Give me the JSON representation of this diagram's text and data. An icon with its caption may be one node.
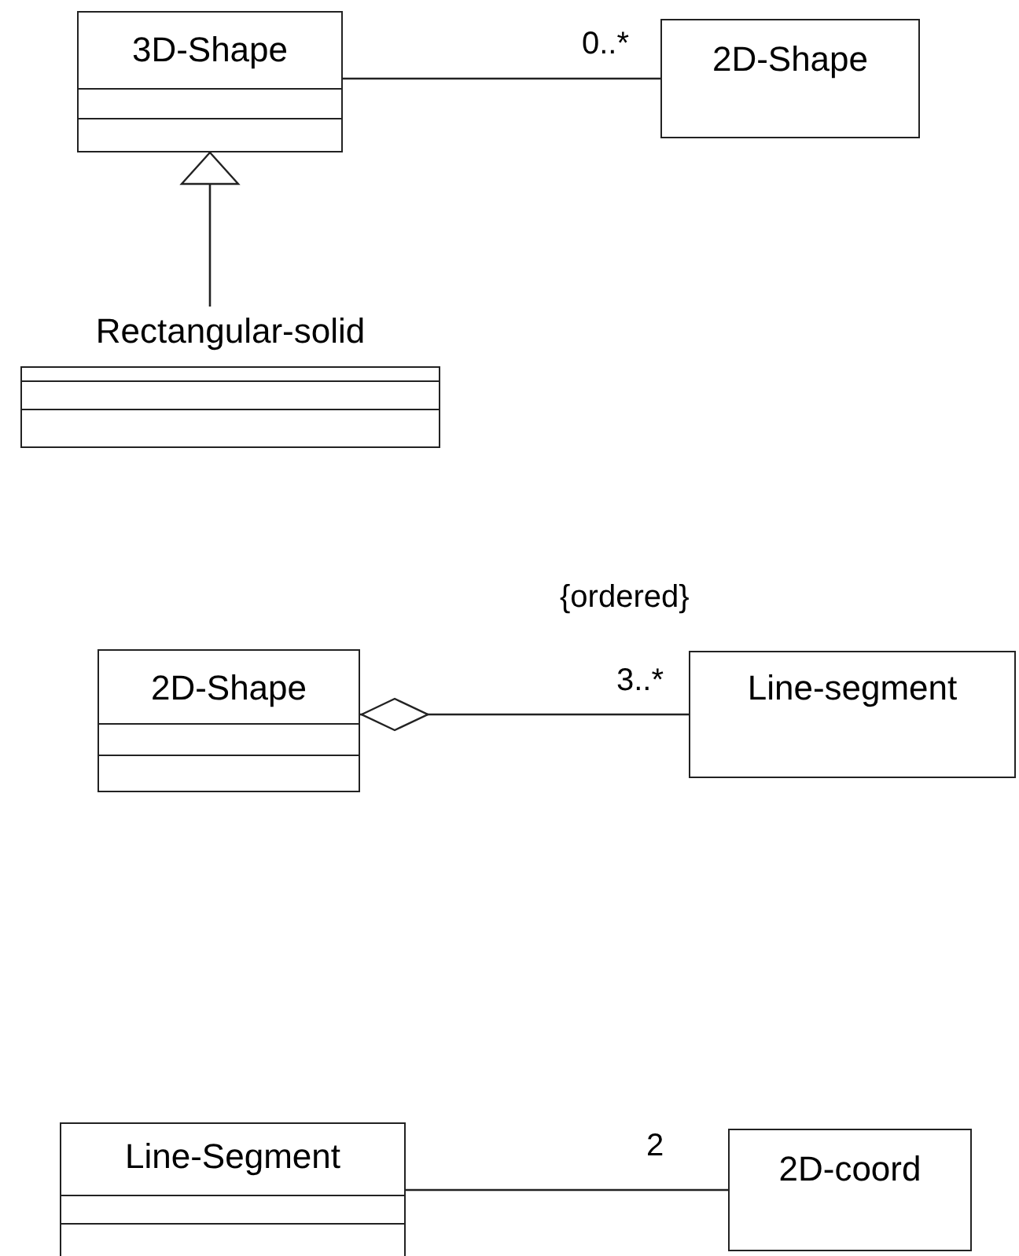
{
  "diagram": {
    "nodes": [
      {
        "text": [
          "3D-Shape"
        ]
      },
      {
        "text": [
          "2D-Shape"
        ]
      },
      {
        "text": [
          "Rectangular-solid"
        ]
      },
      {
        "text": [
          "2D-Shape"
        ]
      },
      {
        "text": [
          "Line-segment"
        ]
      },
      {
        "text": [
          "Line-Segment"
        ]
      },
      {
        "text": [
          "2D-coord"
        ]
      }
    ],
    "edges": [
      {
        "from": 0,
        "to": 1,
        "arrow": "none",
        "label": "0..*"
      },
      {
        "from": 2,
        "to": 0,
        "arrow": "to"
      },
      {
        "from": 3,
        "to": 4,
        "arrow": "other",
        "label": "3..*"
      },
      {
        "from": 5,
        "to": 6,
        "arrow": "none",
        "label": "2"
      }
    ],
    "labels": [
      "{ordered}"
    ]
  }
}
